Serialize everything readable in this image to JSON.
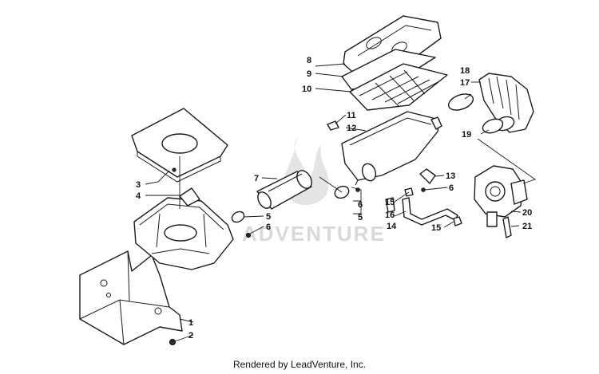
{
  "watermark": {
    "text": "ADVENTURE"
  },
  "footer": {
    "credit": "Rendered by LeadVenture, Inc."
  },
  "callouts": [
    {
      "id": "1",
      "label": "1"
    },
    {
      "id": "2",
      "label": "2"
    },
    {
      "id": "3",
      "label": "3"
    },
    {
      "id": "4",
      "label": "4"
    },
    {
      "id": "5a",
      "label": "5"
    },
    {
      "id": "5b",
      "label": "5"
    },
    {
      "id": "6a",
      "label": "6"
    },
    {
      "id": "6b",
      "label": "6"
    },
    {
      "id": "6c",
      "label": "6"
    },
    {
      "id": "7",
      "label": "7"
    },
    {
      "id": "8",
      "label": "8"
    },
    {
      "id": "9",
      "label": "9"
    },
    {
      "id": "10",
      "label": "10"
    },
    {
      "id": "11",
      "label": "11"
    },
    {
      "id": "12",
      "label": "12"
    },
    {
      "id": "13",
      "label": "13"
    },
    {
      "id": "14",
      "label": "14"
    },
    {
      "id": "15a",
      "label": "15"
    },
    {
      "id": "15b",
      "label": "15"
    },
    {
      "id": "16",
      "label": "16"
    },
    {
      "id": "17",
      "label": "17"
    },
    {
      "id": "18",
      "label": "18"
    },
    {
      "id": "19",
      "label": "19"
    },
    {
      "id": "20",
      "label": "20"
    },
    {
      "id": "21",
      "label": "21"
    }
  ]
}
